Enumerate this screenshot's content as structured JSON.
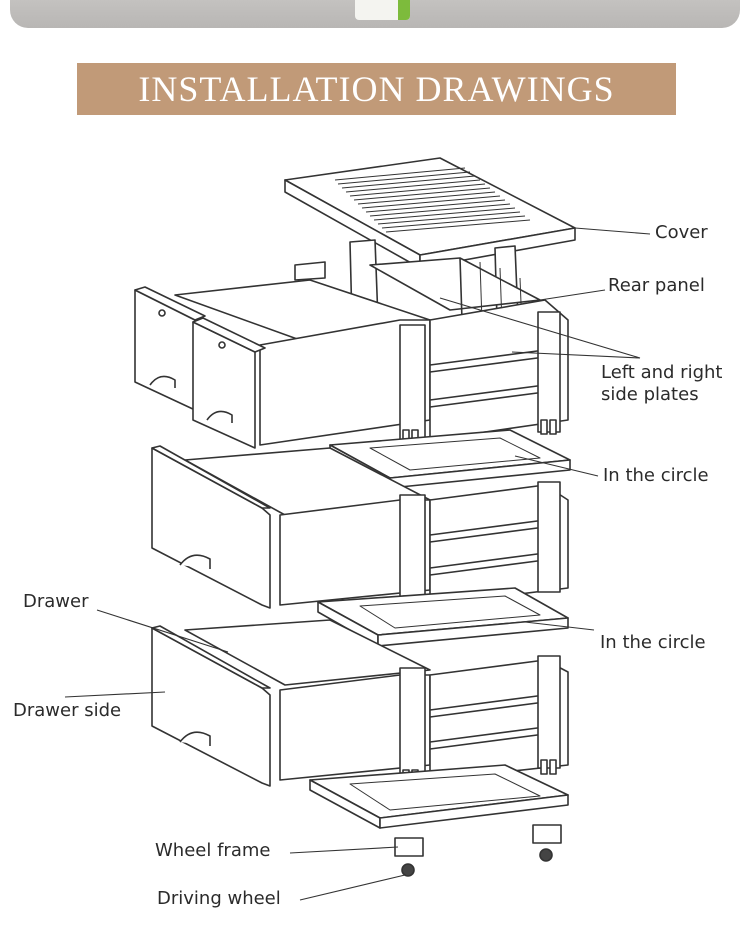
{
  "header": {
    "title": "INSTALLATION DRAWINGS"
  },
  "labels": {
    "cover": "Cover",
    "rear_panel": "Rear panel",
    "left_right_side_plates": "Left and right\nside plates",
    "in_the_circle_1": "In the circle",
    "in_the_circle_2": "In the circle",
    "drawer": "Drawer",
    "drawer_side": "Drawer side",
    "wheel_frame": "Wheel frame",
    "driving_wheel": "Driving wheel"
  },
  "colors": {
    "banner": "#c19a78",
    "line": "#333333"
  }
}
